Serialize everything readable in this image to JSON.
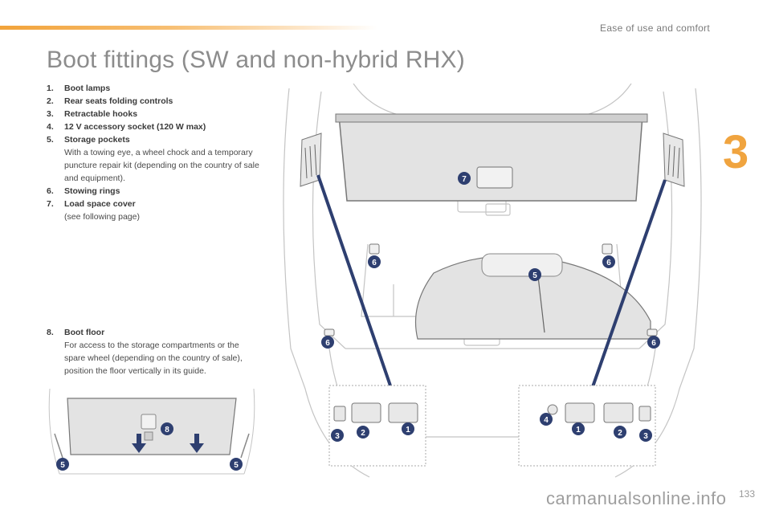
{
  "header": {
    "section_title": "Ease of use and comfort",
    "chapter_number": "3"
  },
  "title": "Boot fittings (SW and non-hybrid RHX)",
  "items": [
    {
      "num": "1.",
      "label": "Boot lamps",
      "desc": ""
    },
    {
      "num": "2.",
      "label": "Rear seats folding controls",
      "desc": ""
    },
    {
      "num": "3.",
      "label": "Retractable hooks",
      "desc": ""
    },
    {
      "num": "4.",
      "label": "12 V accessory socket (120 W max)",
      "desc": ""
    },
    {
      "num": "5.",
      "label": "Storage pockets",
      "desc": "With a towing eye, a wheel chock and a temporary puncture repair kit (depending on the country of sale and equipment)."
    },
    {
      "num": "6.",
      "label": "Stowing rings",
      "desc": ""
    },
    {
      "num": "7.",
      "label": "Load space cover",
      "desc": "(see following page)"
    }
  ],
  "item8": {
    "num": "8.",
    "label": "Boot floor",
    "desc": "For access to the storage compartments or the spare wheel (depending on the country of sale), position the floor vertically in its guide."
  },
  "callouts": {
    "main": [
      "7",
      "6",
      "6",
      "6",
      "6",
      "5"
    ],
    "left_panel": [
      "3",
      "2",
      "1"
    ],
    "right_panel": [
      "4",
      "1",
      "2",
      "3"
    ],
    "floor": [
      "8",
      "5",
      "5"
    ]
  },
  "footer": {
    "page_number": "133",
    "watermark": "carmanualsonline.info"
  }
}
